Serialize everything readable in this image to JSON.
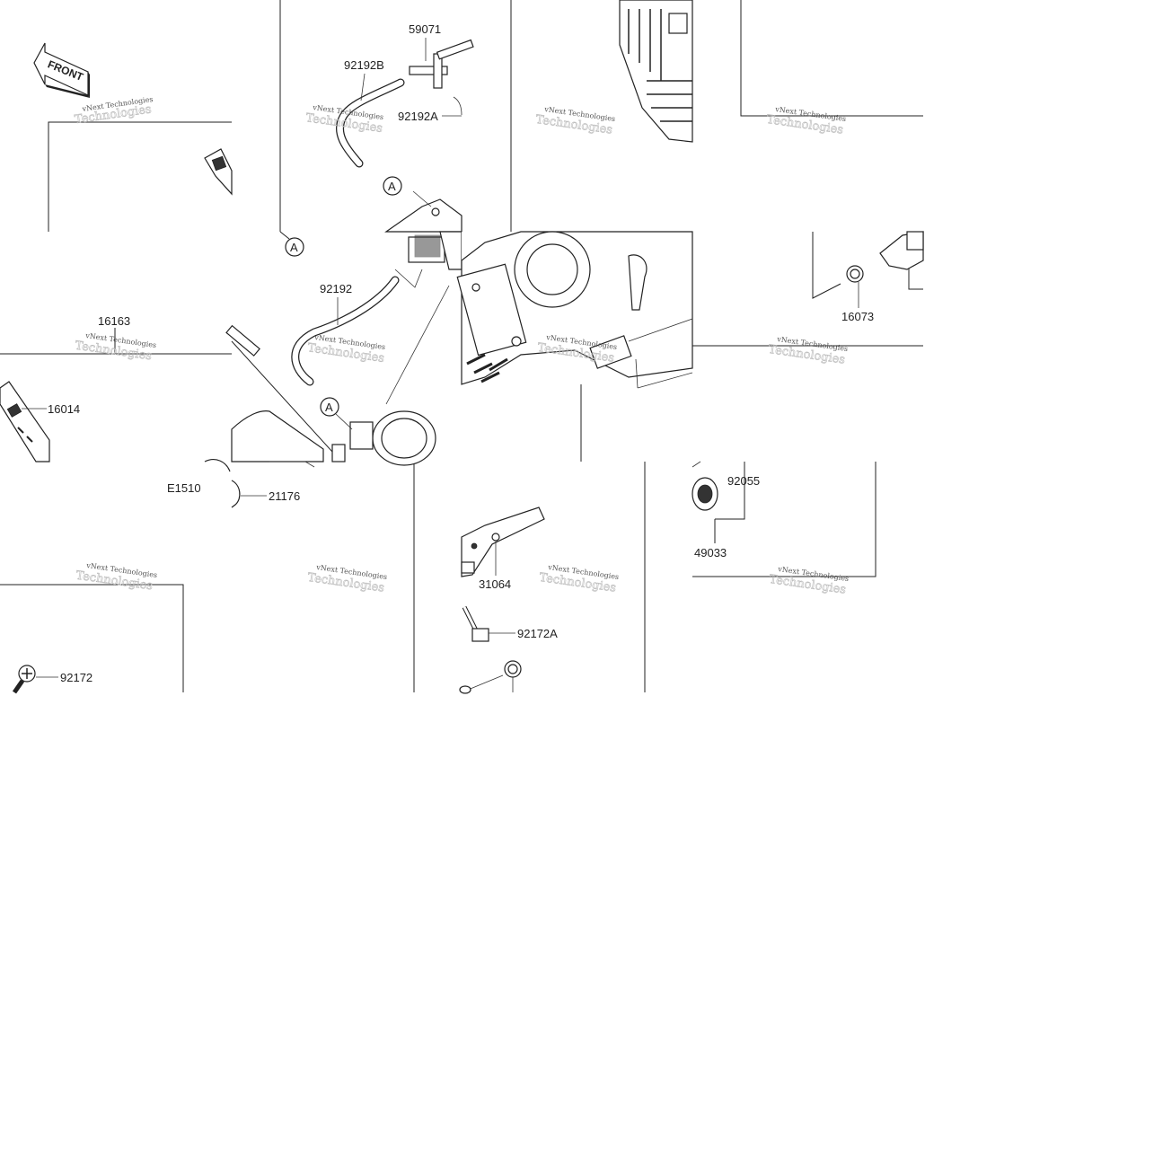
{
  "diagram": {
    "front_label": "FRONT",
    "watermark_line1": "vNext Technologies",
    "watermark_line2": "Technologies",
    "ref_marker": "A",
    "parts": [
      {
        "id": "59071",
        "label": "59071"
      },
      {
        "id": "92192B",
        "label": "92192B"
      },
      {
        "id": "92192A",
        "label": "92192A"
      },
      {
        "id": "92192",
        "label": "92192"
      },
      {
        "id": "16163",
        "label": "16163"
      },
      {
        "id": "16014",
        "label": "16014"
      },
      {
        "id": "16073",
        "label": "16073"
      },
      {
        "id": "E1510",
        "label": "E1510"
      },
      {
        "id": "21176",
        "label": "21176"
      },
      {
        "id": "92055",
        "label": "92055"
      },
      {
        "id": "49033",
        "label": "49033"
      },
      {
        "id": "31064",
        "label": "31064"
      },
      {
        "id": "92172A",
        "label": "92172A"
      },
      {
        "id": "92172",
        "label": "92172"
      }
    ]
  }
}
